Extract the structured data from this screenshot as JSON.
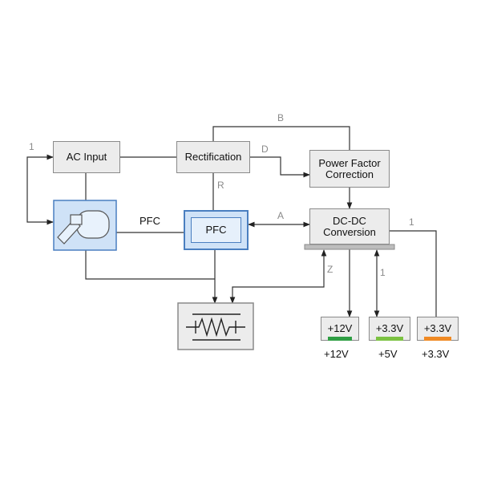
{
  "blocks": {
    "ac_input": "AC Input",
    "rectification": "Rectification",
    "pfc_top": "Power Factor\nCorrection",
    "pfc_mid": "PFC",
    "dcdc": "DC-DC\nConversion",
    "out_12v": "+12V",
    "out_33v_a": "+3.3V",
    "out_33v_b": "+3.3V"
  },
  "labels": {
    "one_left": "1",
    "b": "B",
    "d": "D",
    "r": "R",
    "pfc_line": "PFC",
    "a": "A",
    "one_right": "1",
    "z": "Z",
    "one_mid": "1"
  },
  "rail_labels": {
    "v12": "+12V",
    "v5": "+5V",
    "v33": "+3.3V"
  },
  "indicator_colors": {
    "green_dark": "#2f9e44",
    "green_light": "#7cc242",
    "orange": "#f08a24"
  },
  "colors": {
    "pfc_blue": "#cfe2f7",
    "pfc_border": "#4a7fc0"
  }
}
